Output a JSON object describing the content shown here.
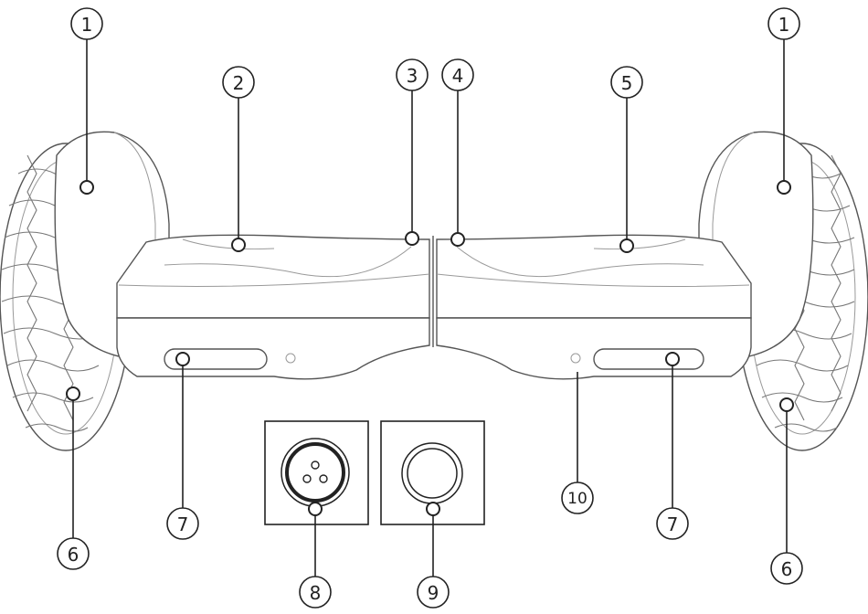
{
  "callouts": [
    {
      "id": "left-fender-top",
      "label": "1"
    },
    {
      "id": "right-fender-top",
      "label": "1"
    },
    {
      "id": "left-foot-pad",
      "label": "2"
    },
    {
      "id": "center-left",
      "label": "3"
    },
    {
      "id": "center-right",
      "label": "4"
    },
    {
      "id": "right-foot-pad",
      "label": "5"
    },
    {
      "id": "left-wheel",
      "label": "6"
    },
    {
      "id": "right-wheel",
      "label": "6"
    },
    {
      "id": "left-light",
      "label": "7"
    },
    {
      "id": "right-light",
      "label": "7"
    },
    {
      "id": "charging-port",
      "label": "8"
    },
    {
      "id": "power-button",
      "label": "9"
    },
    {
      "id": "frame-bottom",
      "label": "10"
    }
  ]
}
